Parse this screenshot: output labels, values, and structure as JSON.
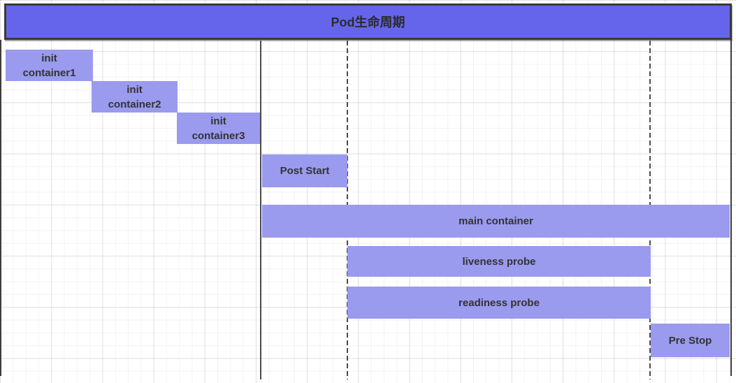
{
  "header": {
    "title": "Pod生命周期"
  },
  "bars": {
    "init1": {
      "label": "init\ncontainer1"
    },
    "init2": {
      "label": "init\ncontainer2"
    },
    "init3": {
      "label": "init\ncontainer3"
    },
    "post_start": {
      "label": "Post Start"
    },
    "main": {
      "label": "main container"
    },
    "liveness": {
      "label": "liveness probe"
    },
    "readiness": {
      "label": "readiness probe"
    },
    "pre_stop": {
      "label": "Pre Stop"
    }
  },
  "colors": {
    "title_fill": "#6565EC",
    "bar_fill": "#9A9AEF",
    "divider_line": "#4A4A4A",
    "frame_border": "#3A3A3A",
    "title_text": "#2B2B2B",
    "bar_text": "#333333"
  }
}
